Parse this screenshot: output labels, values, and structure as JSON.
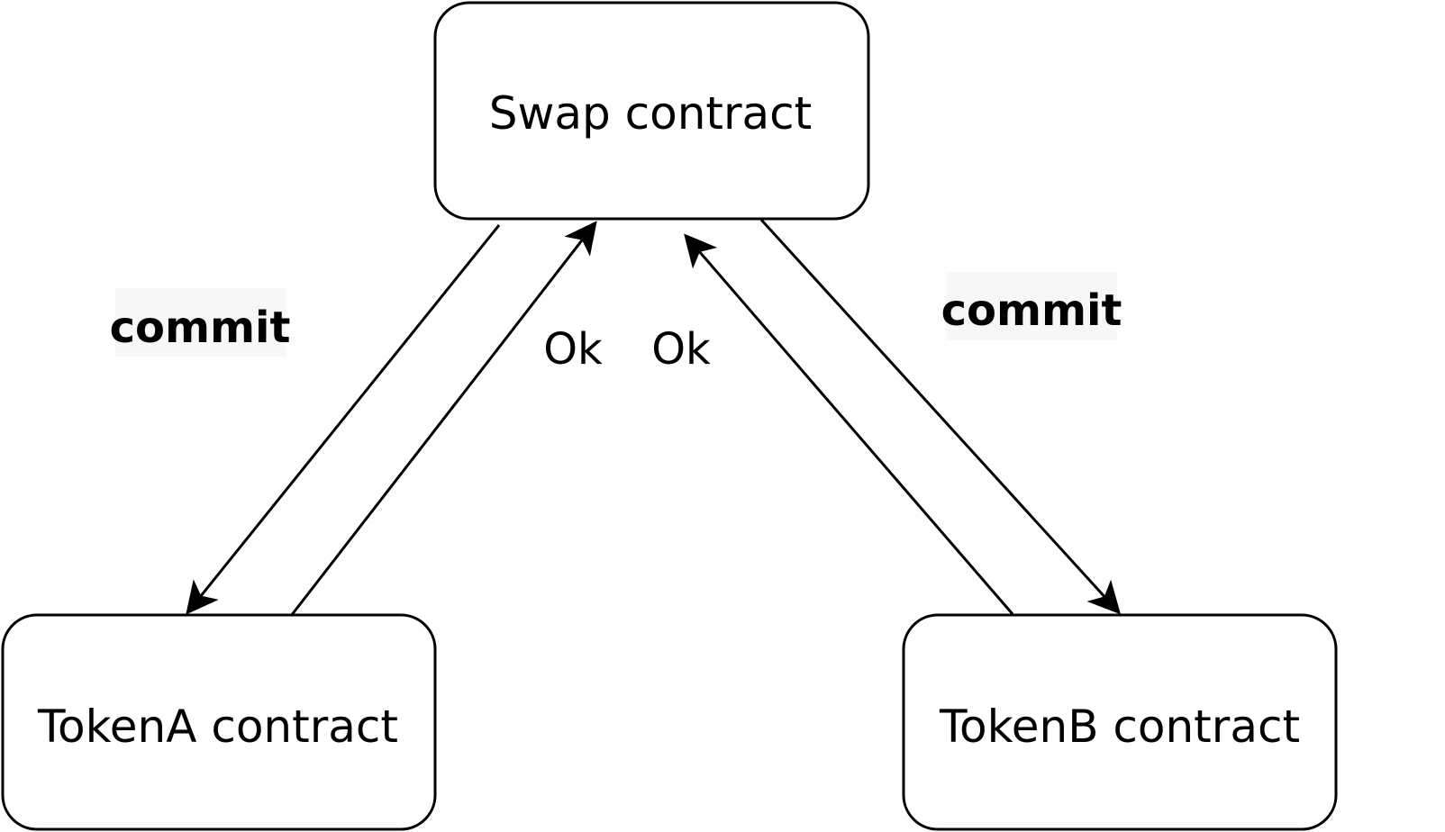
{
  "nodes": {
    "swap": {
      "label": "Swap contract"
    },
    "token_a": {
      "label": "TokenA contract"
    },
    "token_b": {
      "label": "TokenB contract"
    }
  },
  "edges": [
    {
      "from": "swap",
      "to": "token_a",
      "label": "commit"
    },
    {
      "from": "token_a",
      "to": "swap",
      "label": "Ok"
    },
    {
      "from": "token_b",
      "to": "swap",
      "label": "Ok"
    },
    {
      "from": "swap",
      "to": "token_b",
      "label": "commit"
    }
  ],
  "colors": {
    "stroke": "#000000",
    "label_background": "#f7f7f7"
  }
}
